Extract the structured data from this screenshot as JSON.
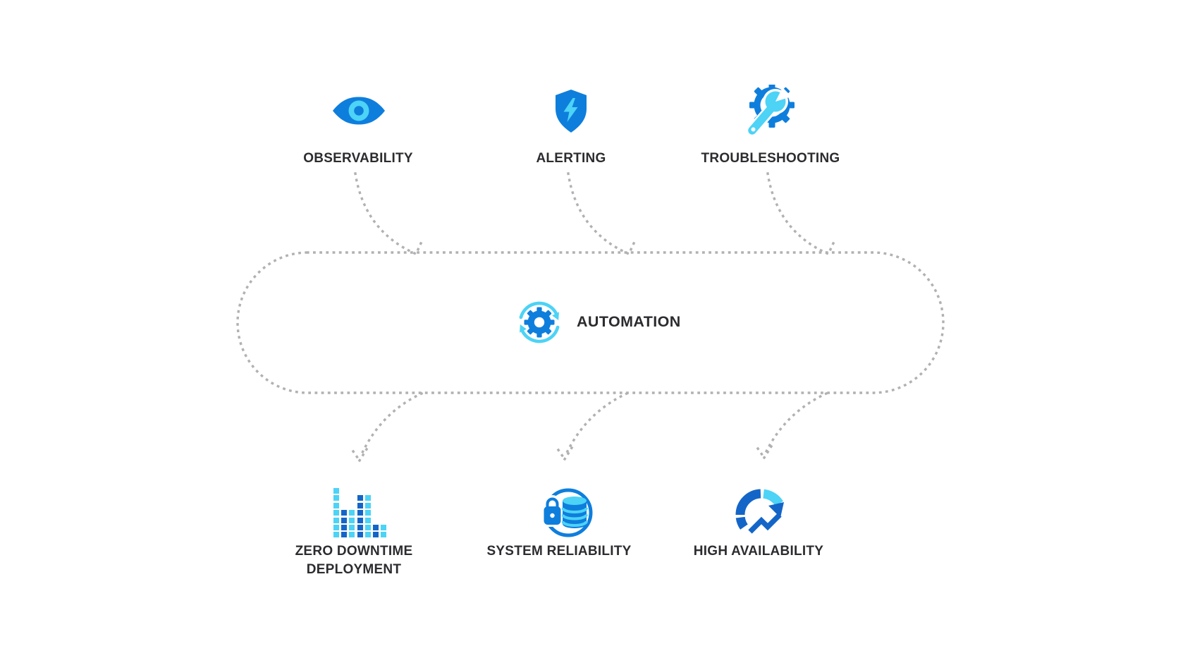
{
  "diagram": {
    "title_hint": "automation flow diagram",
    "center": {
      "label": "AUTOMATION",
      "icon": "automation-gear-cycle-icon"
    },
    "inputs": [
      {
        "id": "observability",
        "label": "OBSERVABILITY",
        "icon": "eye-icon"
      },
      {
        "id": "alerting",
        "label": "ALERTING",
        "icon": "shield-lightning-icon"
      },
      {
        "id": "troubleshooting",
        "label": "TROUBLESHOOTING",
        "icon": "gear-wrench-icon"
      }
    ],
    "outputs": [
      {
        "id": "zero-downtime-deployment",
        "label_line1": "ZERO DOWNTIME",
        "label_line2": "DEPLOYMENT",
        "icon": "pixel-bar-chart-icon"
      },
      {
        "id": "system-reliability",
        "label": "SYSTEM RELIABILITY",
        "icon": "database-lock-icon"
      },
      {
        "id": "high-availability",
        "label": "HIGH AVAILABILITY",
        "icon": "gauge-trend-arrow-icon"
      }
    ],
    "colors": {
      "blue": "#0e7edd",
      "dark_blue": "#1465c8",
      "cyan": "#4cd3f6",
      "dot_gray": "#b1b1b4",
      "text": "#2c2c30",
      "background": "#ffffff"
    }
  }
}
